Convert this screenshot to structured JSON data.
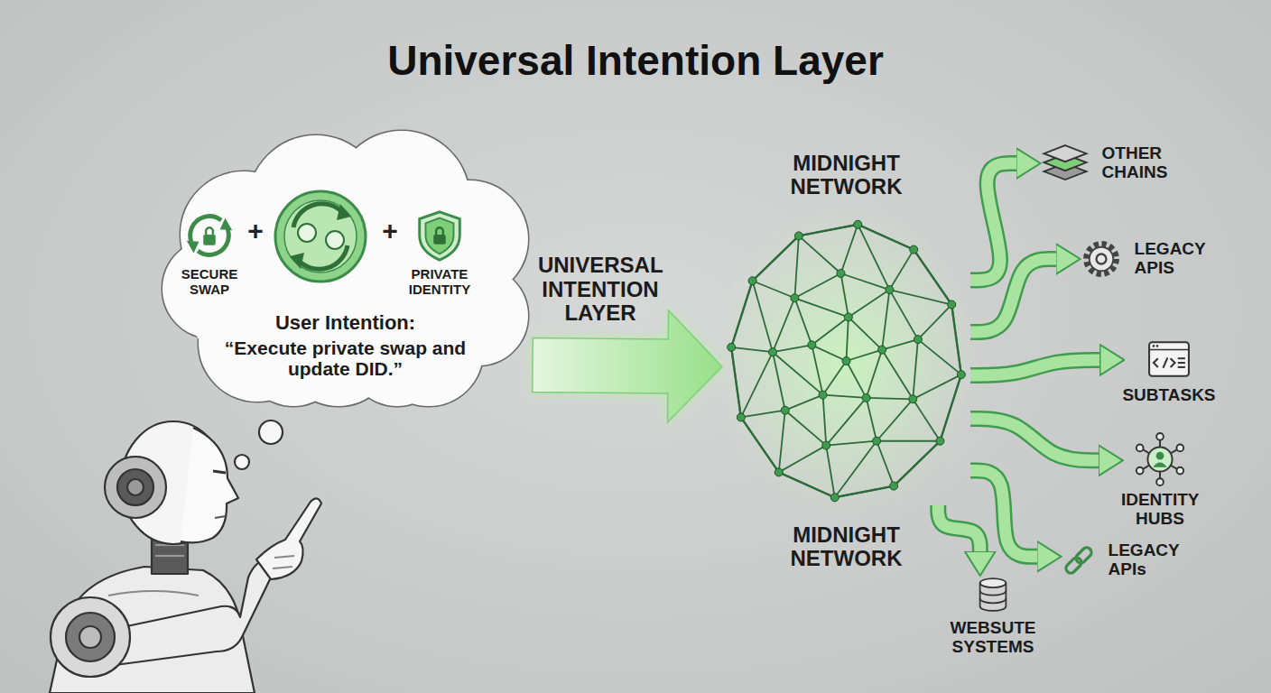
{
  "diagram": {
    "title": "Universal Intention Layer",
    "nodes": [
      {
        "text": [
          "User Intention:",
          "“Execute private swap and update DID.”"
        ]
      },
      {
        "text": [
          "SECURE SWAP"
        ],
        "in": 0
      },
      {
        "text": [
          "PRIVATE IDENTITY"
        ],
        "in": 0
      },
      {
        "text": [
          "MIDNIGHT NETWORK",
          "MIDNIGHT NETWORK"
        ]
      },
      {
        "text": [
          "OTHER CHAINS"
        ]
      },
      {
        "text": [
          "LEGACY APIS"
        ]
      },
      {
        "text": [
          "SUBTASKS"
        ]
      },
      {
        "text": [
          "IDENTITY HUBS"
        ]
      },
      {
        "text": [
          "LEGACY APIs"
        ]
      },
      {
        "text": [
          "WEBSUTE SYSTEMS"
        ]
      }
    ],
    "edges": [
      {
        "from": 0,
        "to": 3,
        "label": "UNIVERSAL INTENTION LAYER",
        "arrow": "to"
      },
      {
        "from": 3,
        "to": 4,
        "arrow": "to"
      },
      {
        "from": 3,
        "to": 5,
        "arrow": "to"
      },
      {
        "from": 3,
        "to": 6,
        "arrow": "to"
      },
      {
        "from": 3,
        "to": 7,
        "arrow": "to"
      },
      {
        "from": 3,
        "to": 8,
        "arrow": "to"
      },
      {
        "from": 3,
        "to": 9,
        "arrow": "to"
      }
    ],
    "labels": [
      "+",
      "+"
    ]
  }
}
